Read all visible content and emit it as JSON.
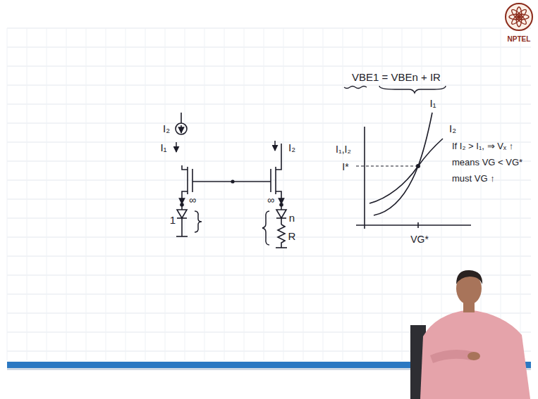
{
  "diagram": {
    "labels": [
      "I₂",
      "I₁",
      "I₂",
      "∞",
      "∞",
      "1",
      "n",
      "R",
      "VBE1 = VBEn + IR",
      "I₁",
      "I₂",
      "I₁,I₂",
      "I*",
      "VG*",
      "If I₂ > I₁, ⇒ Vₓ ↑",
      "means VG < VG*",
      "must VG ↑",
      "NPTEL"
    ]
  }
}
